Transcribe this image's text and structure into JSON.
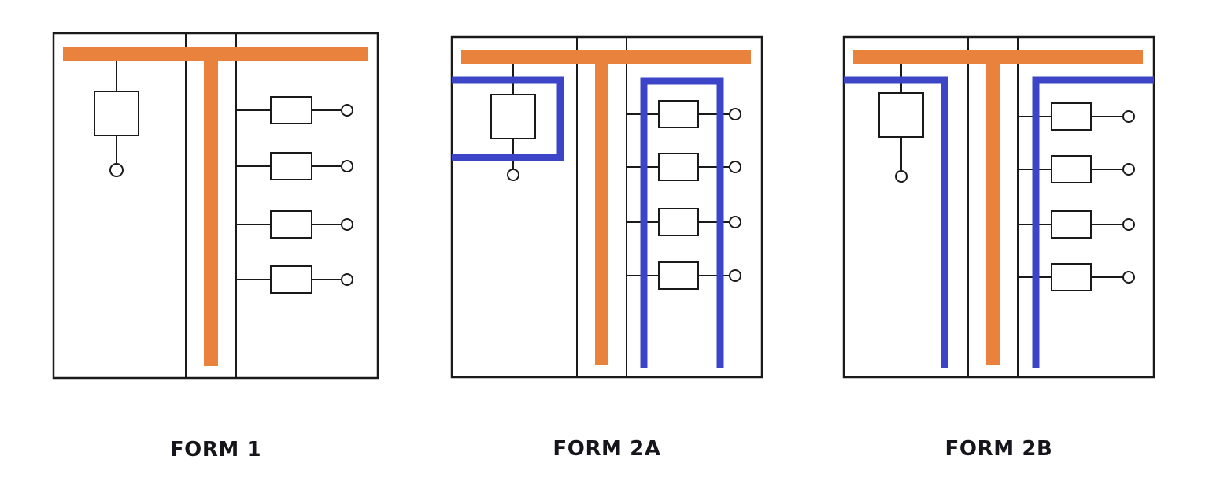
{
  "colors": {
    "busbar": "#E8823D",
    "separation": "#3C44C8",
    "outline": "#1A1A1A",
    "label": "#15151B"
  },
  "diagrams": [
    {
      "label": "FORM 1"
    },
    {
      "label": "FORM 2A"
    },
    {
      "label": "FORM 2B"
    }
  ]
}
